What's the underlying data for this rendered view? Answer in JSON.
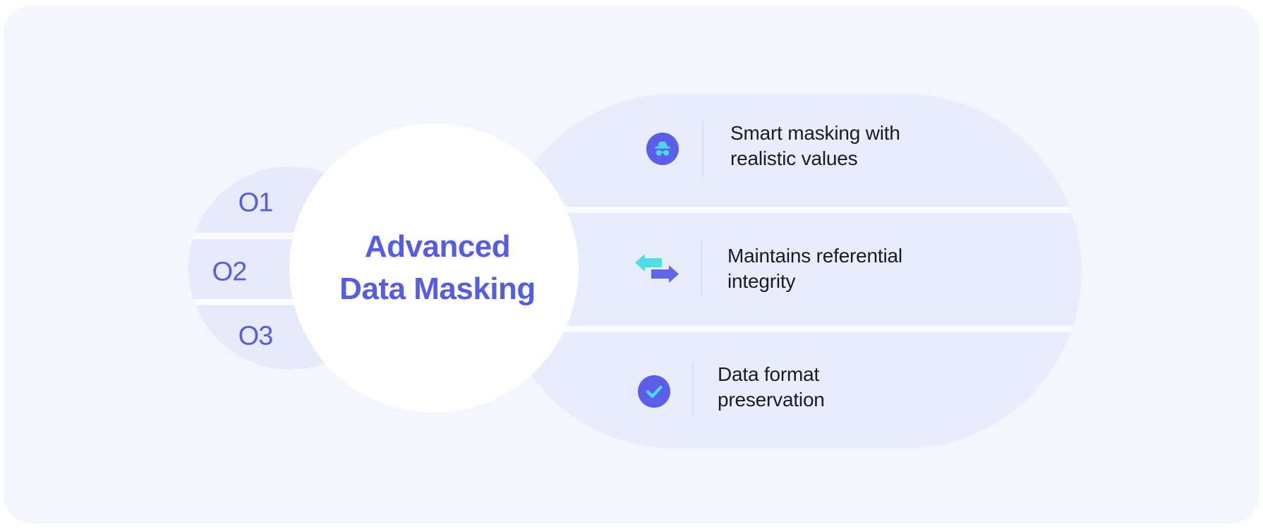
{
  "title": {
    "line1": "Advanced",
    "line2": "Data Masking"
  },
  "steps": [
    {
      "label": "O1"
    },
    {
      "label": "O2"
    },
    {
      "label": "O3"
    }
  ],
  "features": [
    {
      "icon": "incognito-icon",
      "line1": "Smart masking with",
      "line2": "realistic values"
    },
    {
      "icon": "swap-arrows-icon",
      "line1": "Maintains referential",
      "line2": "integrity"
    },
    {
      "icon": "check-badge-icon",
      "line1": "Data format",
      "line2": "preservation"
    }
  ],
  "colors": {
    "accent_purple": "#555de6",
    "icon_circle_bg": "#5a5ee9",
    "icon_cyan": "#4ad9e6",
    "card_bg": "#f3f7fd",
    "panel_bg": "#e8edfc",
    "steps_circle_bg": "#e5ebfa",
    "gap_stripe": "#f9fbff",
    "body_text": "#1a1a26",
    "divider": "#d9def0"
  }
}
